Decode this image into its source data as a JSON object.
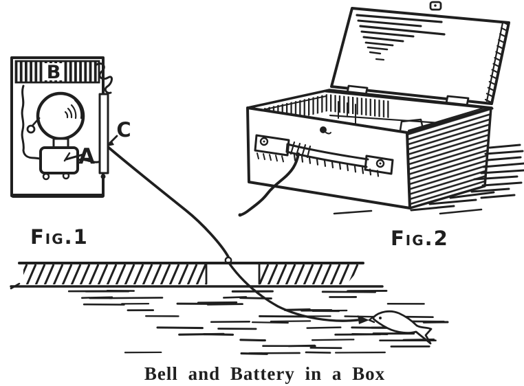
{
  "illustration": {
    "caption": "Bell and Battery in a Box",
    "fig1": {
      "label": "Fig.1",
      "part_b": "B",
      "part_a": "A",
      "part_c": "C"
    },
    "fig2": {
      "label": "Fig.2"
    }
  },
  "colors": {
    "ink": "#1f1f1f",
    "paper": "#ffffff"
  }
}
